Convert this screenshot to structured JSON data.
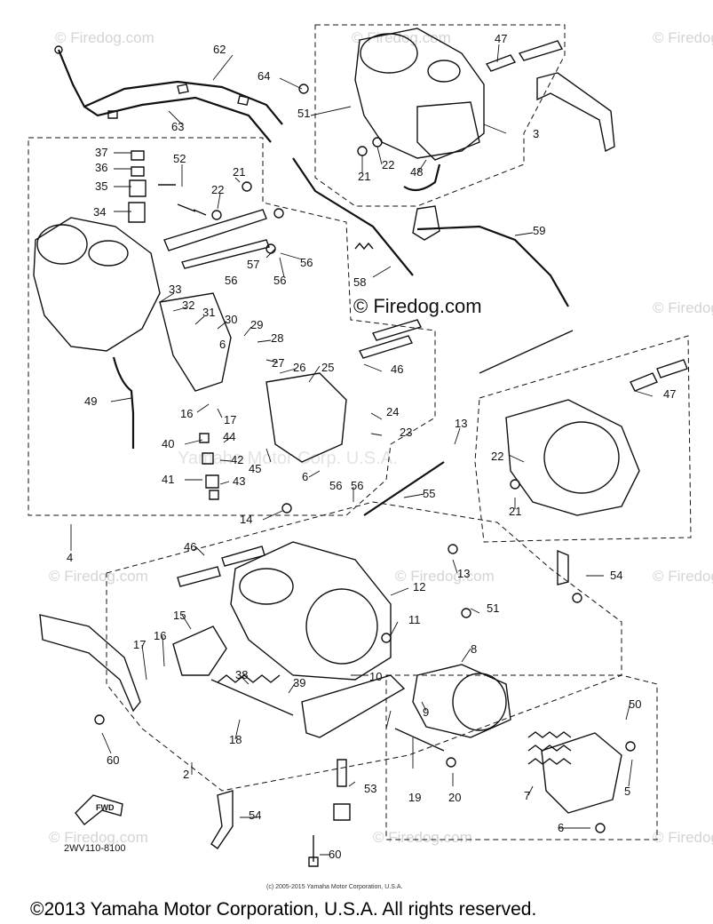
{
  "watermark": "© Firedog.com",
  "center_watermark": "© Firedog.com",
  "ghost_watermark": "Yamaha Motor Corp. U.S.A.",
  "part_labels": [
    "62",
    "64",
    "47",
    "51",
    "3",
    "22",
    "48",
    "21",
    "63",
    "37",
    "36",
    "52",
    "21",
    "35",
    "22",
    "34",
    "59",
    "56",
    "57",
    "56",
    "56",
    "58",
    "33",
    "32",
    "31",
    "30",
    "29",
    "28",
    "6",
    "27",
    "26",
    "25",
    "46",
    "47",
    "49",
    "16",
    "17",
    "24",
    "44",
    "23",
    "40",
    "42",
    "45",
    "56",
    "13",
    "6",
    "22",
    "41",
    "43",
    "56",
    "55",
    "21",
    "14",
    "4",
    "46",
    "13",
    "12",
    "54",
    "51",
    "15",
    "11",
    "8",
    "17",
    "16",
    "38",
    "10",
    "39",
    "18",
    "9",
    "50",
    "60",
    "53",
    "19",
    "20",
    "7",
    "5",
    "2",
    "54",
    "6",
    "60"
  ],
  "diagram_code": "2WV110-8100",
  "fwd_label": "FWD",
  "small_copyright": "(c) 2005-2015 Yamaha Motor Corporation, U.S.A.",
  "copyright": "©2013 Yamaha Motor Corporation, U.S.A. All rights reserved."
}
